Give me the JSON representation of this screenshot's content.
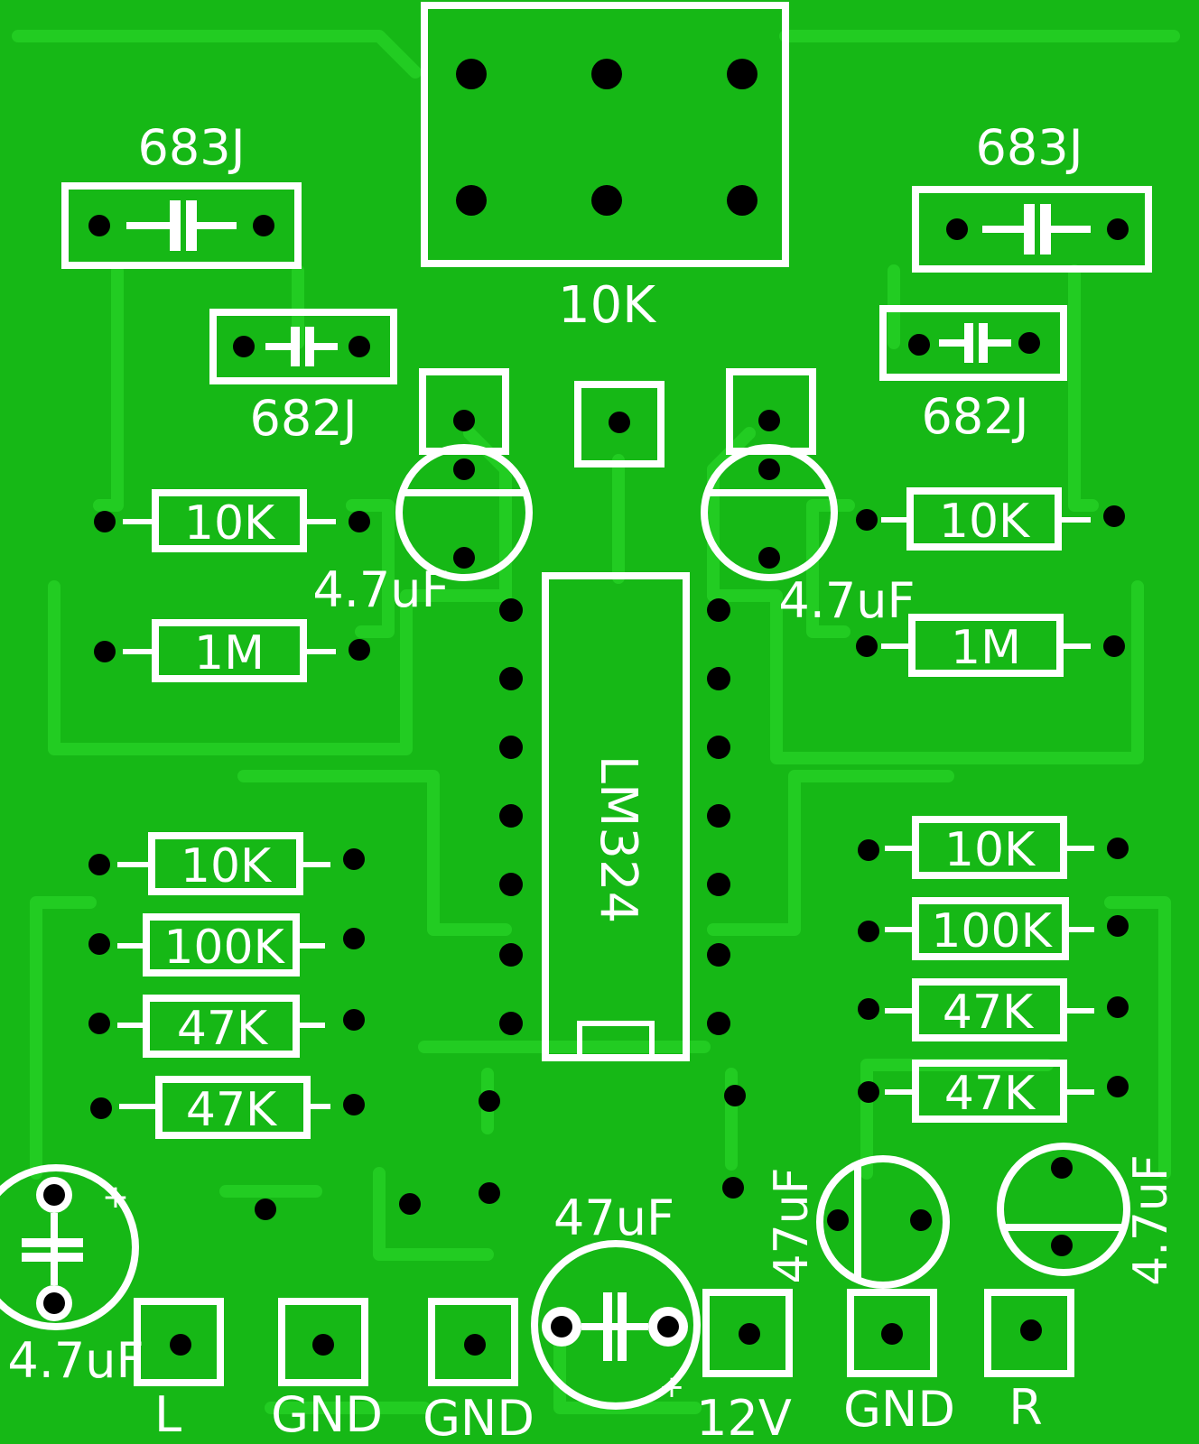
{
  "board": {
    "pcb_color": "#16b816",
    "trace_color": "#22cc22",
    "silk_color": "#ffffff",
    "hole_color": "#000000"
  },
  "labels": {
    "pot": "10K",
    "cap_683_left": "683J",
    "cap_683_right": "683J",
    "cap_682_left": "682J",
    "cap_682_right": "682J",
    "cap_47u_left_top": "4.7uF",
    "cap_47u_right_top": "4.7uF",
    "r10k_left_top": "10K",
    "r10k_right_top": "10K",
    "r1m_left": "1M",
    "r1m_right": "1M",
    "ic": "LM324",
    "r10k_left_mid": "10K",
    "r100k_left": "100K",
    "r47k_left_a": "47K",
    "r47k_left_b": "47K",
    "r10k_right_mid": "10K",
    "r100k_right": "100K",
    "r47k_right_a": "47K",
    "r47k_right_b": "47K",
    "cap_47u_bottom_left": "4.7uF",
    "cap_47uf_center": "47uF",
    "cap_47uf_right_vertical": "47uF",
    "cap_47u_bottom_right_vertical": "4.7uF",
    "plus": "+",
    "pad_l": "L",
    "pad_gnd_1": "GND",
    "pad_gnd_2": "GND",
    "pad_12v": "12V",
    "pad_gnd_3": "GND",
    "pad_r": "R"
  }
}
